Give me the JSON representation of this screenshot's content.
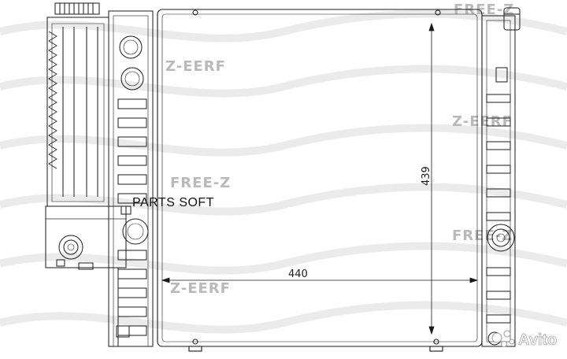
{
  "dimensions": {
    "width_label": "440",
    "height_label": "439"
  },
  "watermarks": {
    "brand_text": "FREE-Z",
    "mirrored_text": "Z-EERF"
  },
  "overlay_text": "PARTS SOFT",
  "marketplace_badge": "Avito",
  "colors": {
    "line": "#1a1a1a",
    "watermark": "#b9b9b9",
    "wave": "#e6e6e6"
  }
}
